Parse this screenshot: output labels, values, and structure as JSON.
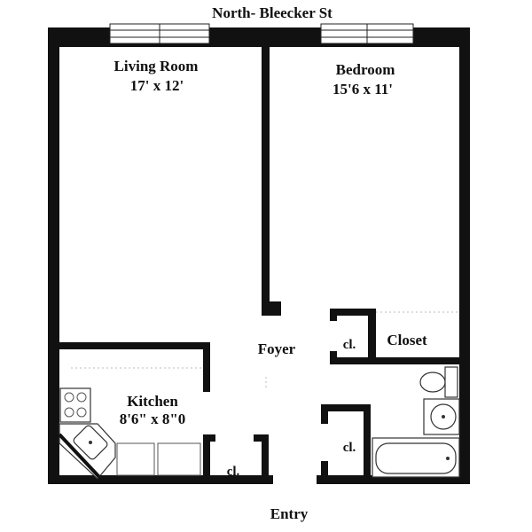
{
  "street": "North- Bleecker St",
  "entry": "Entry",
  "rooms": {
    "living": {
      "name": "Living Room",
      "size": "17' x 12'"
    },
    "bedroom": {
      "name": "Bedroom",
      "size": "15'6 x 11'"
    },
    "kitchen": {
      "name": "Kitchen",
      "size": "8'6\" x 8\"0"
    },
    "foyer": {
      "name": "Foyer"
    },
    "closet": {
      "name": "Closet"
    },
    "closet_small_1": {
      "name": "cl."
    },
    "closet_small_2": {
      "name": "cl."
    },
    "closet_small_3": {
      "name": "cl."
    }
  }
}
